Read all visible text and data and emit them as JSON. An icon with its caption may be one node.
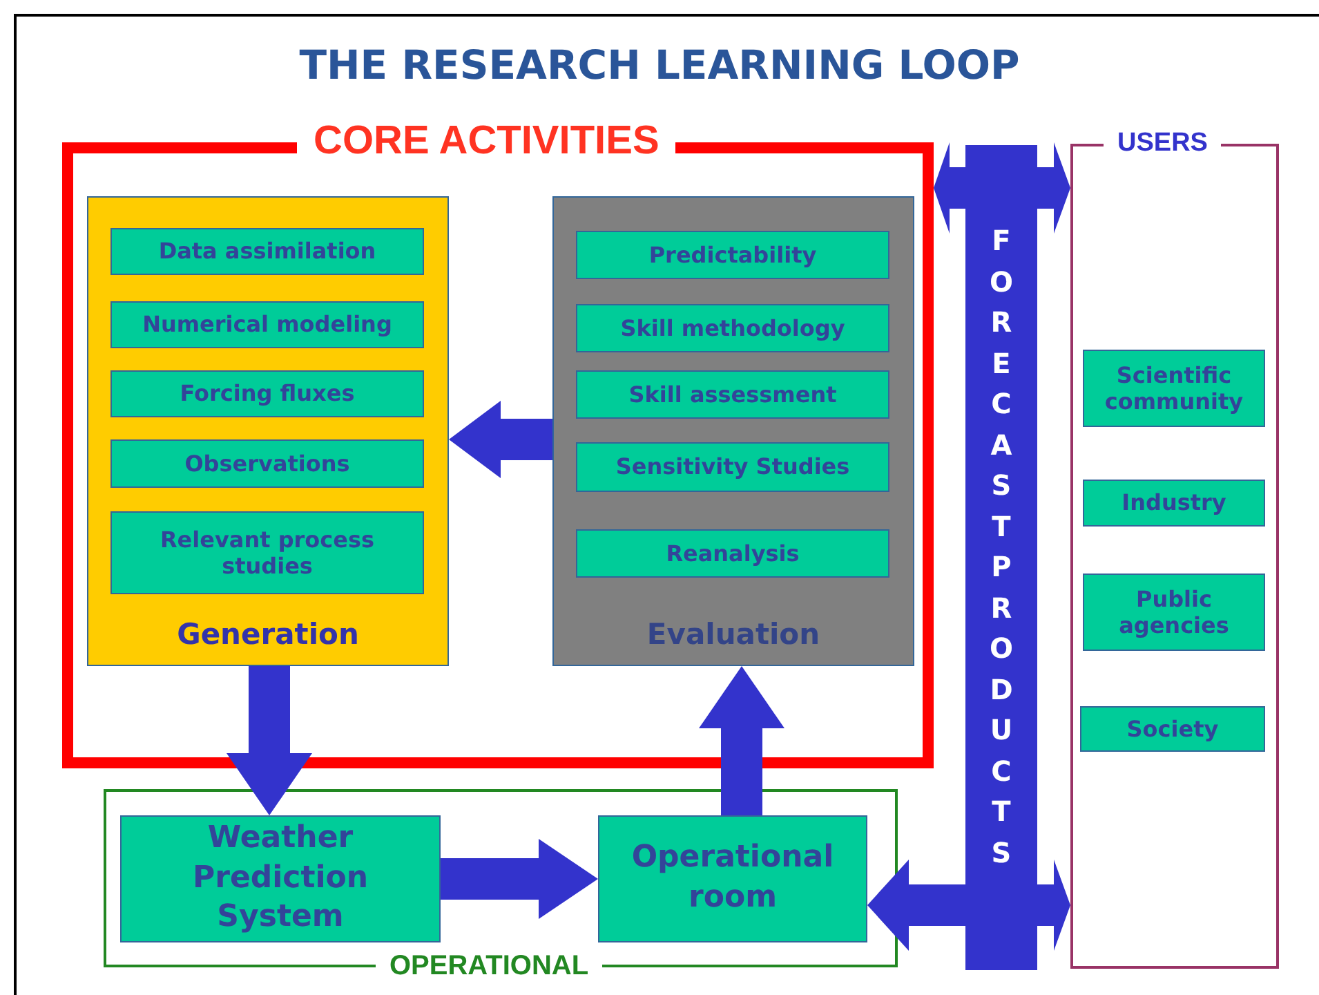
{
  "diagram": {
    "title": "THE RESEARCH LEARNING LOOP",
    "nodes": [
      {
        "text": [
          "CORE ACTIVITIES"
        ]
      },
      {
        "text": [
          "Generation"
        ],
        "in": 0
      },
      {
        "text": [
          "Data assimilation"
        ],
        "in": 1
      },
      {
        "text": [
          "Numerical modeling"
        ],
        "in": 1
      },
      {
        "text": [
          "Forcing fluxes"
        ],
        "in": 1
      },
      {
        "text": [
          "Observations"
        ],
        "in": 1
      },
      {
        "text": [
          "Relevant process studies"
        ],
        "in": 1
      },
      {
        "text": [
          "Evaluation"
        ],
        "in": 0
      },
      {
        "text": [
          "Predictability"
        ],
        "in": 7
      },
      {
        "text": [
          "Skill methodology"
        ],
        "in": 7
      },
      {
        "text": [
          "Skill assessment"
        ],
        "in": 7
      },
      {
        "text": [
          "Sensitivity Studies"
        ],
        "in": 7
      },
      {
        "text": [
          "Reanalysis"
        ],
        "in": 7
      },
      {
        "text": [
          "OPERATIONAL"
        ]
      },
      {
        "text": [
          "Weather Prediction System"
        ],
        "in": 13
      },
      {
        "text": [
          "Operational room"
        ],
        "in": 13
      },
      {
        "text": [
          "FORECAST PRODUCTS"
        ]
      },
      {
        "text": [
          "USERS"
        ]
      },
      {
        "text": [
          "Scientific community"
        ],
        "in": 17
      },
      {
        "text": [
          "Industry"
        ],
        "in": 17
      },
      {
        "text": [
          "Public agencies"
        ],
        "in": 17
      },
      {
        "text": [
          "Society"
        ],
        "in": 17
      }
    ],
    "edges": [
      {
        "from": 7,
        "to": 1,
        "arrow": "to",
        "style": "thick"
      },
      {
        "from": 1,
        "to": 14,
        "arrow": "to",
        "style": "thick"
      },
      {
        "from": 14,
        "to": 15,
        "arrow": "to",
        "style": "thick"
      },
      {
        "from": 15,
        "to": 7,
        "arrow": "to",
        "style": "thick"
      },
      {
        "from": 16,
        "to": 0,
        "arrow": "to",
        "style": "thick"
      },
      {
        "from": 16,
        "to": 17,
        "arrow": "to",
        "style": "thick"
      },
      {
        "from": 16,
        "to": 15,
        "arrow": "to",
        "style": "thick"
      },
      {
        "from": 16,
        "to": 17,
        "arrow": "to",
        "style": "thick"
      }
    ]
  }
}
